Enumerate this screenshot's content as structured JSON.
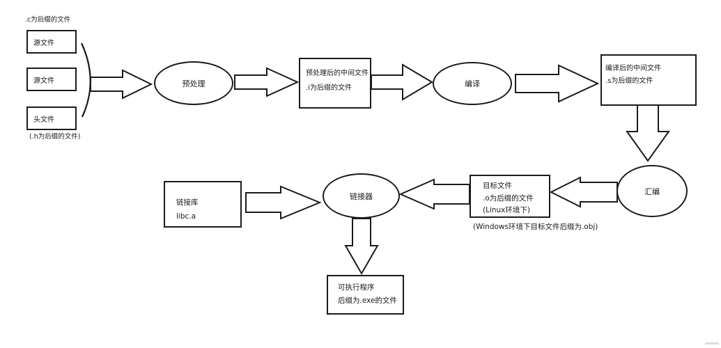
{
  "canvas": {
    "background": "#ffffff",
    "stroke": "#1a1a1a"
  },
  "annotations": {
    "c_suffix_note": ".c为后缀的文件",
    "h_suffix_note": "(.h为后缀的文件)",
    "windows_note": "(Windows环境下目标文件后缀为.obj)"
  },
  "nodes": {
    "source_file_1": {
      "label": "源文件"
    },
    "source_file_2": {
      "label": "源文件"
    },
    "header_file": {
      "label": "头文件"
    },
    "preprocess": {
      "label": "预处理"
    },
    "preprocessed_intermediate": {
      "line1": "预处理后的中间文件",
      "line2": ".i为后缀的文件"
    },
    "compile": {
      "label": "编译"
    },
    "compiled_intermediate": {
      "line1": "编译后的中间文件",
      "line2": ".s为后缀的文件"
    },
    "assemble": {
      "label": "汇编"
    },
    "object_file": {
      "line1": "目标文件",
      "line2": ".o为后缀的文件",
      "line3": "(Linux环境下)"
    },
    "linker": {
      "label": "链接器"
    },
    "link_library": {
      "line1": "链接库",
      "line2": "libc.a"
    },
    "executable": {
      "line1": "可执行程序",
      "line2": "后缀为.exe的文件"
    }
  }
}
